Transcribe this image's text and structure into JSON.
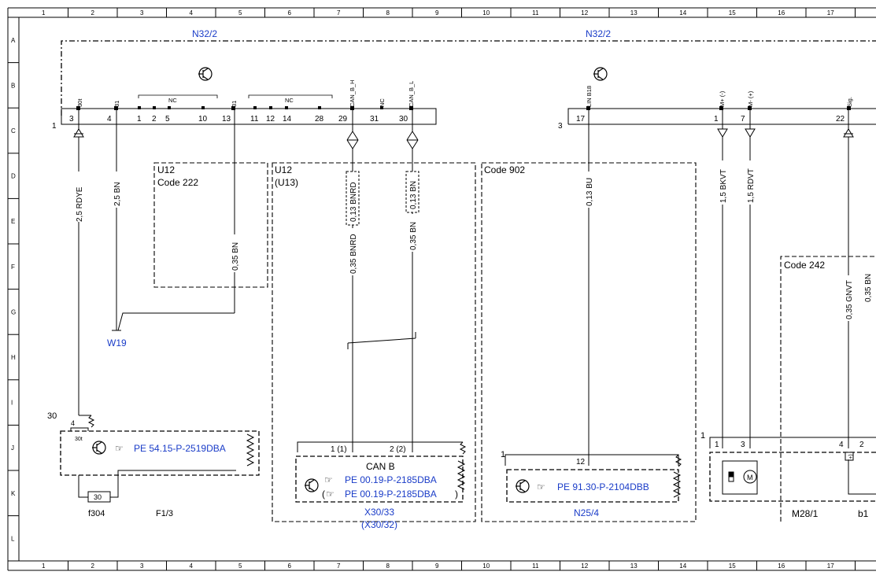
{
  "colors": {
    "link": "#1a3cc8",
    "line": "#000000"
  },
  "grid": {
    "cols": [
      "1",
      "2",
      "3",
      "4",
      "5",
      "6",
      "7",
      "8",
      "9",
      "10",
      "11",
      "12",
      "13",
      "14",
      "15",
      "16",
      "17"
    ],
    "rows": [
      "A",
      "B",
      "C",
      "D",
      "E",
      "F",
      "G",
      "H",
      "I",
      "J",
      "K",
      "L"
    ]
  },
  "components": {
    "n32_left": "N32/2",
    "n32_right": "N32/2",
    "w19": "W19",
    "f304": "f304",
    "f13": "F1/3",
    "x30_33": "X30/33",
    "x30_32": "(X30/32)",
    "n25_4": "N25/4",
    "m28_1": "M28/1",
    "b1": "b1"
  },
  "codes": {
    "u12_a": "U12",
    "code222": "Code 222",
    "u12_b": "U12",
    "u13": "(U13)",
    "code902": "Code 902",
    "code242": "Code 242"
  },
  "connector_left": {
    "pin_index": "1",
    "numbers": [
      "3",
      "4",
      "1",
      "2",
      "5",
      "10",
      "13",
      "11",
      "12",
      "14",
      "28",
      "29",
      "31",
      "30"
    ],
    "labels": [
      "30t",
      "31",
      "NC",
      "31",
      "NC",
      "CAN_B_H",
      "NC",
      "CAN_B_L"
    ]
  },
  "connector_right": {
    "pin_index": "3",
    "numbers": [
      "17",
      "1",
      "7",
      "22"
    ],
    "labels": [
      "LIN B18",
      "M+ (-)",
      "M- (+)",
      "Sig."
    ]
  },
  "wires": {
    "w1": "2,5 RDYE",
    "w2": "2,5 BN",
    "w3": "0,35 BN",
    "w4a": "0,13 BNRD",
    "w4b": "0,35 BNRD",
    "w5a": "0,13 BN",
    "w5b": "0,35 BN",
    "w6": "0,13 BU",
    "w7": "1,5 BKVT",
    "w8": "1,5 RDVT",
    "w9": "0,35 GNVT",
    "w10": "0,35 BN"
  },
  "fuse": {
    "label30": "30",
    "pin4": "4",
    "pin30t": "30t",
    "value": "30"
  },
  "canb": {
    "title": "CAN B",
    "pin1": "1 (1)",
    "pin2": "2 (2)"
  },
  "refs": {
    "pe5415": "PE 54.15-P-2519DBA",
    "pe0019a": "PE 00.19-P-2185DBA",
    "pe0019b": "PE 00.19-P-2185DBA",
    "paren_open": "(",
    "paren_close": ")",
    "pe9130": "PE 91.30-P-2104DBB"
  },
  "n25": {
    "pin_index": "1",
    "pin": "12"
  },
  "m28": {
    "pin_index": "1",
    "pin1": "1",
    "pin3": "3",
    "pin4": "4",
    "pin2": "2",
    "plus": "(+)"
  }
}
